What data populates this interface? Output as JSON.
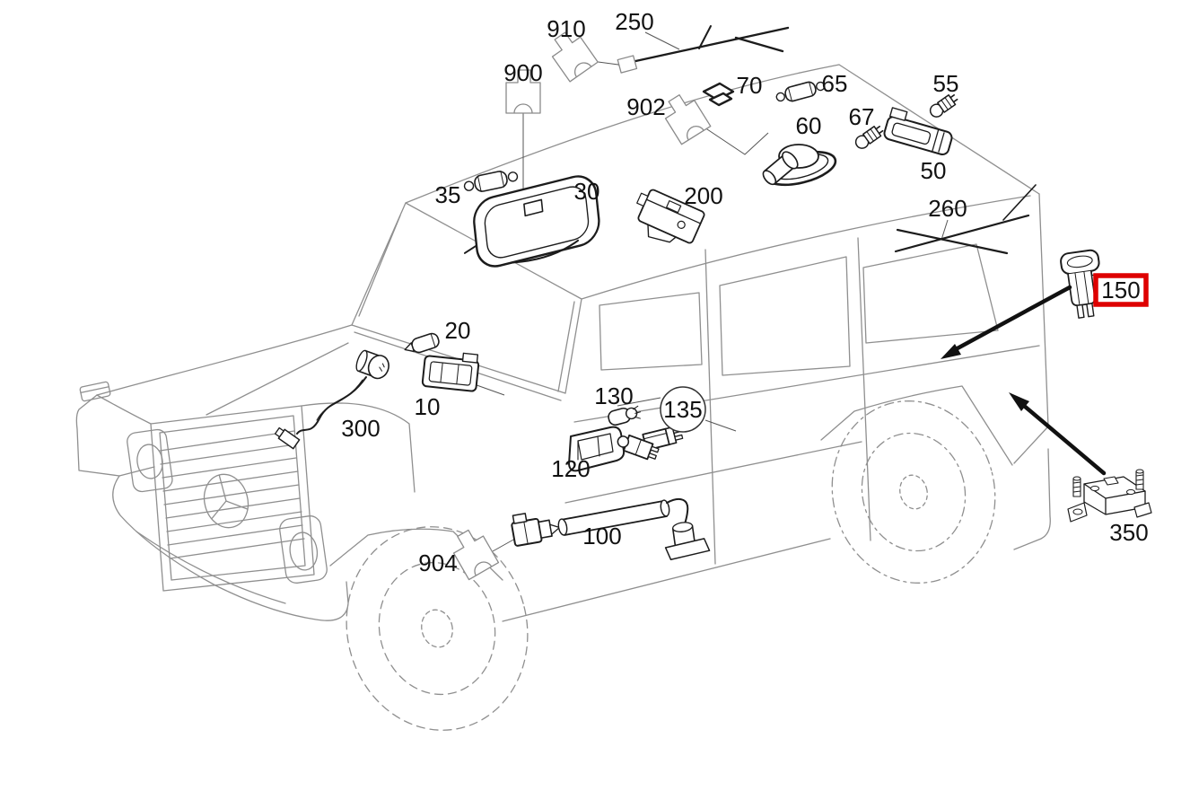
{
  "meta": {
    "background_color": "#ffffff",
    "vehicle_line_color": "#8f8f8f",
    "part_line_color": "#1c1c1c",
    "highlight_color": "#de0000",
    "highlighted_part": "150",
    "circled_part": "135",
    "arrow_count": 2
  },
  "parts": {
    "p10": {
      "label": "10",
      "name": "interior-reading-lamp"
    },
    "p20": {
      "label": "20",
      "name": "festoon-bulb"
    },
    "p30": {
      "label": "30",
      "name": "overhead-dome-lamp"
    },
    "p35": {
      "label": "35",
      "name": "festoon-bulb"
    },
    "p50": {
      "label": "50",
      "name": "license-plate-lamp"
    },
    "p55": {
      "label": "55",
      "name": "wedge-bulb"
    },
    "p60": {
      "label": "60",
      "name": "roof-antenna-base"
    },
    "p65": {
      "label": "65",
      "name": "festoon-bulb"
    },
    "p67": {
      "label": "67",
      "name": "wedge-bulb"
    },
    "p70": {
      "label": "70",
      "name": "cover-clip"
    },
    "p100": {
      "label": "100",
      "name": "flexible-lamp-with-cable"
    },
    "p120": {
      "label": "120",
      "name": "entry-lamp-housing"
    },
    "p130": {
      "label": "130",
      "name": "bulb-with-socket"
    },
    "p135": {
      "label": "135",
      "name": "bulb-holder-circled"
    },
    "p150": {
      "label": "150",
      "name": "door-contact-switch-highlighted"
    },
    "p200": {
      "label": "200",
      "name": "sensor-module"
    },
    "p250": {
      "label": "250",
      "name": "antenna-wire"
    },
    "p260": {
      "label": "260",
      "name": "window-antenna-lines"
    },
    "p300": {
      "label": "300",
      "name": "microphone-with-cable"
    },
    "p350": {
      "label": "350",
      "name": "switch-module"
    },
    "p900": {
      "label": "900",
      "name": "plug-connector"
    },
    "p902": {
      "label": "902",
      "name": "plug-connector"
    },
    "p904": {
      "label": "904",
      "name": "plug-connector"
    },
    "p910": {
      "label": "910",
      "name": "plug-connector"
    }
  }
}
